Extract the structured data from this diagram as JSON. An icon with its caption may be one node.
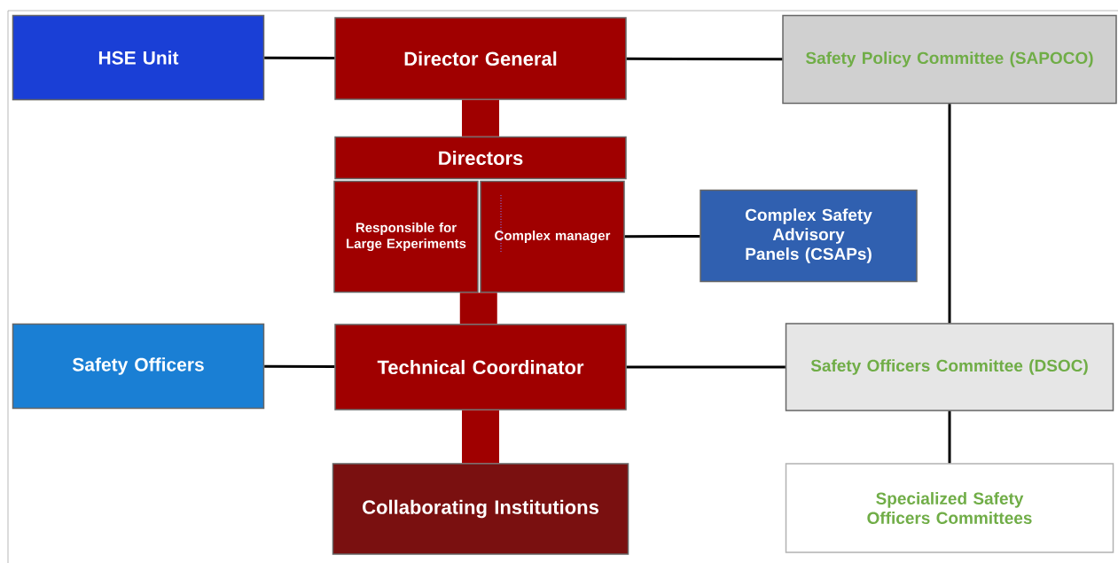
{
  "diagram": {
    "nodes": [
      {
        "text": [
          "HSE Unit"
        ]
      },
      {
        "text": [
          "Director General"
        ]
      },
      {
        "text": [
          "Safety Policy Committee (SAPOCO)"
        ]
      },
      {
        "text": [
          "Directors"
        ]
      },
      {
        "text": [
          "Responsible for Large Experiments"
        ]
      },
      {
        "text": [
          "Complex manager"
        ]
      },
      {
        "text": [
          "Complex Safety Advisory Panels (CSAPs)"
        ]
      },
      {
        "text": [
          "Safety Officers"
        ]
      },
      {
        "text": [
          "Technical Coordinator"
        ]
      },
      {
        "text": [
          "Safety Officers Committee (DSOC)"
        ]
      },
      {
        "text": [
          "Collaborating Institutions"
        ]
      },
      {
        "text": [
          "Specialized Safety Officers Committees"
        ]
      }
    ],
    "edges": [
      {
        "from": 0,
        "to": 1,
        "arrow": "none"
      },
      {
        "from": 1,
        "to": 2,
        "arrow": "none"
      },
      {
        "from": 1,
        "to": 3,
        "arrow": "none",
        "style": "thick",
        "color": "#a00000"
      },
      {
        "from": 5,
        "to": 6,
        "arrow": "none"
      },
      {
        "from": 4,
        "to": 8,
        "arrow": "none",
        "style": "thick",
        "color": "#a00000"
      },
      {
        "from": 2,
        "to": 9,
        "arrow": "none"
      },
      {
        "from": 7,
        "to": 8,
        "arrow": "none"
      },
      {
        "from": 8,
        "to": 9,
        "arrow": "none"
      },
      {
        "from": 8,
        "to": 10,
        "arrow": "none",
        "style": "thick",
        "color": "#a00000"
      },
      {
        "from": 9,
        "to": 11,
        "arrow": "none"
      }
    ]
  }
}
